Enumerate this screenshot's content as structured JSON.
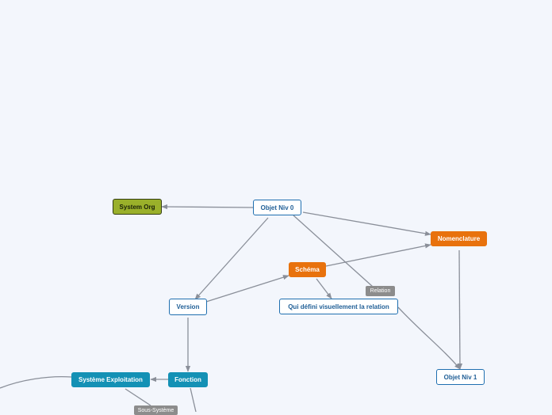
{
  "nodes": {
    "objet_niv_0": "Objet Niv 0",
    "system_org": "System Org",
    "nomenclature": "Nomenclature",
    "schema": "Schéma",
    "version": "Version",
    "qui_defini": "Qui défini visuellement la relation",
    "objet_niv_1": "Objet Niv 1",
    "fonction": "Fonction",
    "systeme_exploitation": "Système Exploitation"
  },
  "edge_labels": {
    "relation": "Relation",
    "sous_systeme": "Sous-Système"
  },
  "colors": {
    "background": "#f3f6fc",
    "edge": "#8a8f99",
    "orange": "#e8720d",
    "teal": "#1491b5",
    "olive": "#9ab02a",
    "white_border": "#1f6fb0"
  }
}
